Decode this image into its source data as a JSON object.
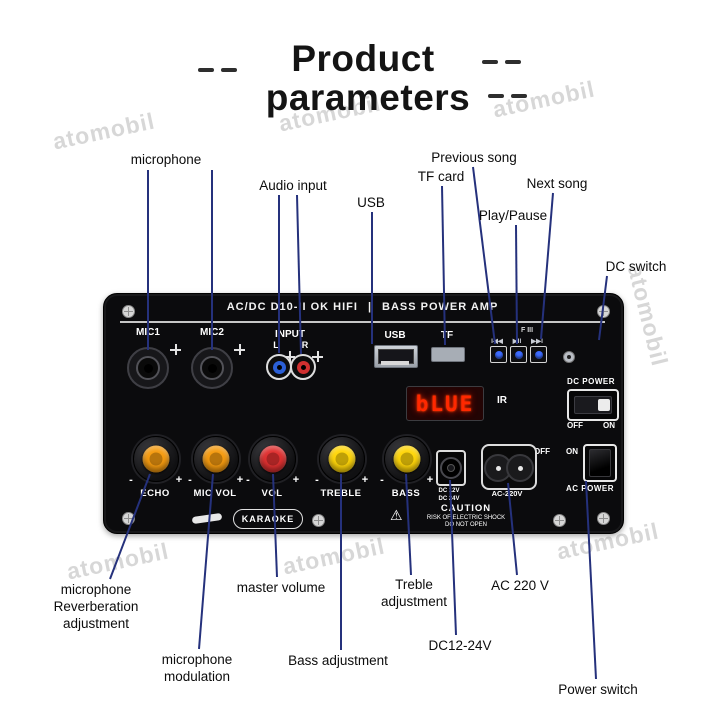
{
  "title": {
    "line1": "Product",
    "line2": "parameters"
  },
  "watermark_text": "atomobil",
  "colors": {
    "line": "#25317c",
    "display": "#ff2800"
  },
  "callouts": {
    "microphone": "microphone",
    "audio_input": "Audio input",
    "usb": "USB",
    "tf_card": "TF card",
    "previous_song": "Previous song",
    "play_pause": "Play/Pause",
    "next_song": "Next song",
    "dc_switch": "DC switch",
    "mic_reverb": "microphone Reverberation adjustment",
    "mic_modulation": "microphone modulation",
    "master_volume": "master volume",
    "bass_adjustment": "Bass adjustment",
    "treble_adjustment": "Treble adjustment",
    "dc_12_24v": "DC12-24V",
    "ac_220v": "AC 220 V",
    "power_switch": "Power switch"
  },
  "board": {
    "header_left": "AC/DC D10-II OK HIFI",
    "header_sep": "|",
    "header_right": "BASS POWER AMP",
    "mic1_label": "MIC1",
    "mic2_label": "MIC2",
    "input_label": "INPUT",
    "input_l": "L",
    "input_r": "R",
    "usb_label": "USB",
    "tf_label": "TF",
    "fn_label": "F III",
    "btn_prev_icon": "I◀◀",
    "btn_play_icon": "▶II",
    "btn_next_icon": "▶▶I",
    "display_text": "bLUE",
    "ir_label": "IR",
    "dc_power_label": "DC POWER",
    "off_label": "OFF",
    "on_label": "ON",
    "ac_power_label": "AC POWER",
    "knobs": [
      {
        "name": "ECHO",
        "color": "#f59b10"
      },
      {
        "name": "MIC VOL",
        "color": "#f59b10"
      },
      {
        "name": "VOL",
        "color": "#e03131"
      },
      {
        "name": "TREBLE",
        "color": "#ffd60a"
      },
      {
        "name": "BASS",
        "color": "#ffd60a"
      }
    ],
    "minus": "-",
    "plus": "+",
    "karaoke_label": "KARAOKE",
    "warning_icon": "⚠",
    "caution_title": "CAUTION",
    "caution_line1": "RISK OF ELECTRIC SHOCK",
    "caution_line2": "DO NOT OPEN",
    "dc_jack_line1": "DC 12V",
    "dc_jack_line2": "DC 24V",
    "ac_socket_label": "AC-220V"
  }
}
